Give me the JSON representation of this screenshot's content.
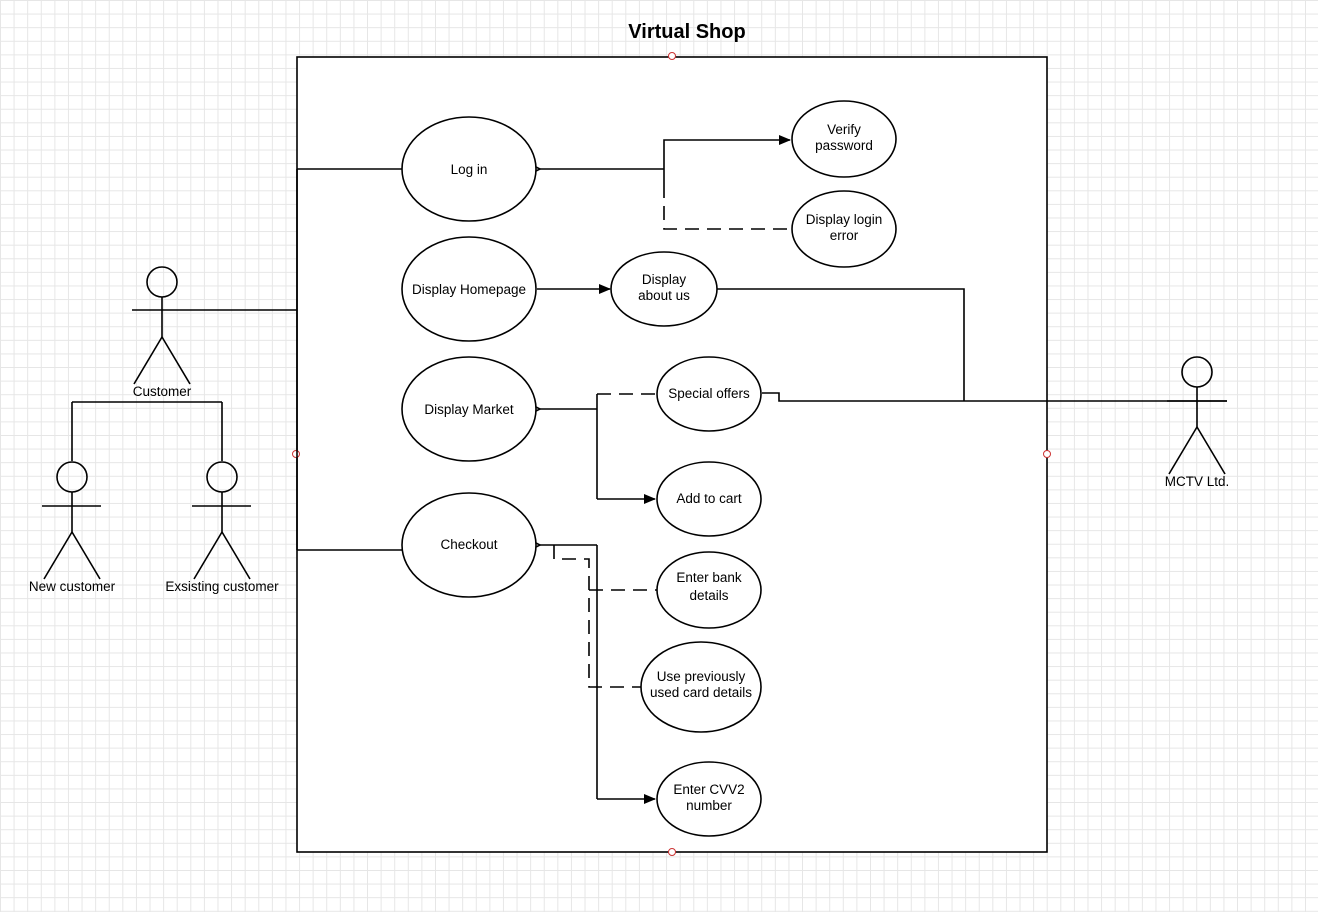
{
  "diagram": {
    "title": "Virtual Shop",
    "use_cases": {
      "log_in": [
        "Log in"
      ],
      "verify_password": [
        "Verify",
        "password"
      ],
      "display_login_error": [
        "Display login",
        "error"
      ],
      "display_homepage": [
        "Display Homepage"
      ],
      "display_about_us": [
        "Display",
        "about us"
      ],
      "display_market": [
        "Display Market"
      ],
      "special_offers": [
        "Special offers"
      ],
      "add_to_cart": [
        "Add to cart"
      ],
      "checkout": [
        "Checkout"
      ],
      "enter_bank_details": [
        "Enter bank",
        "details"
      ],
      "use_previously_used_card_details": [
        "Use previously",
        "used card details"
      ],
      "enter_cvv2_number": [
        "Enter CVV2",
        "number"
      ]
    },
    "actors": {
      "customer": "Customer",
      "new_customer": "New customer",
      "existing_customer": "Exsisting customer",
      "mctv": "MCTV Ltd."
    },
    "colors": {
      "line": "#000000",
      "grid": "#e6e6e6",
      "background": "#ffffff",
      "selection_handle": "#cc3333"
    }
  }
}
